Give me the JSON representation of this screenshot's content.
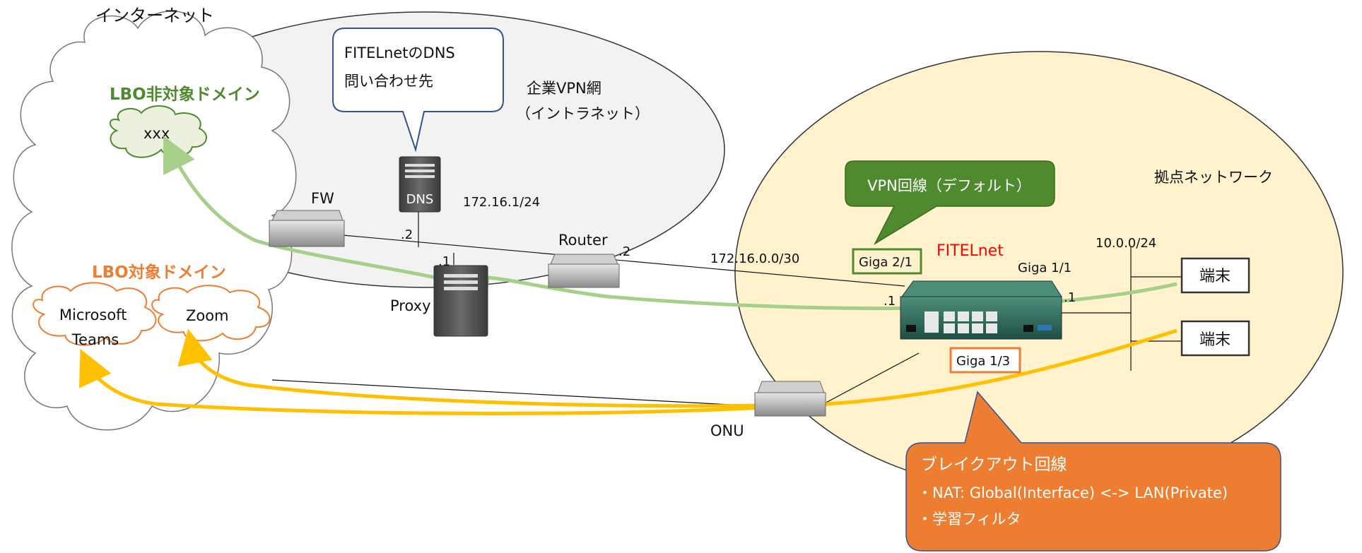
{
  "internet": {
    "title": "インターネット",
    "lbo_excluded": {
      "title": "LBO非対象ドメイン",
      "domain": "xxx"
    },
    "lbo_target": {
      "title": "LBO対象ドメイン",
      "domains": [
        "Microsoft\nTeams",
        "Zoom"
      ]
    }
  },
  "corporate_vpn": {
    "title_line1": "企業VPN網",
    "title_line2": "（イントラネット）",
    "dns_callout": {
      "line1": "FITELnetのDNS",
      "line2": "問い合わせ先"
    },
    "subnet": "172.16.1/24",
    "fw_label": "FW",
    "dns_label": "DNS",
    "dns_ip": ".2",
    "proxy_label": "Proxy",
    "proxy_ip": ".1",
    "router_label": "Router",
    "router_ip": ".2"
  },
  "wan_link": {
    "subnet": "172.16.0.0/30"
  },
  "branch": {
    "title": "拠点ネットワーク",
    "vpn_callout": "VPN回線（デフォルト）",
    "device_name": "FITELnet",
    "port_vpn": "Giga 2/1",
    "port_lan": "Giga 1/1",
    "port_breakout": "Giga 1/3",
    "wan_ip": ".1",
    "lan_ip": ".1",
    "lan_subnet": "10.0.0/24",
    "terminals": [
      "端末",
      "端末"
    ]
  },
  "onu_label": "ONU",
  "breakout_callout": {
    "title": "ブレイクアウト回線",
    "items": [
      "・NAT: Global(Interface) <-> LAN(Private)",
      "・学習フィルタ"
    ]
  },
  "colors": {
    "green_dark": "#4f8a2f",
    "green_light": "#a6cf8a",
    "orange": "#ed7d31",
    "orange_text": "#ed7d31",
    "yellow": "#ffc000",
    "branch_fill": "#fff2cc",
    "vpn_fill": "#f2f2f2",
    "fitelnet_red": "#ff0000"
  }
}
